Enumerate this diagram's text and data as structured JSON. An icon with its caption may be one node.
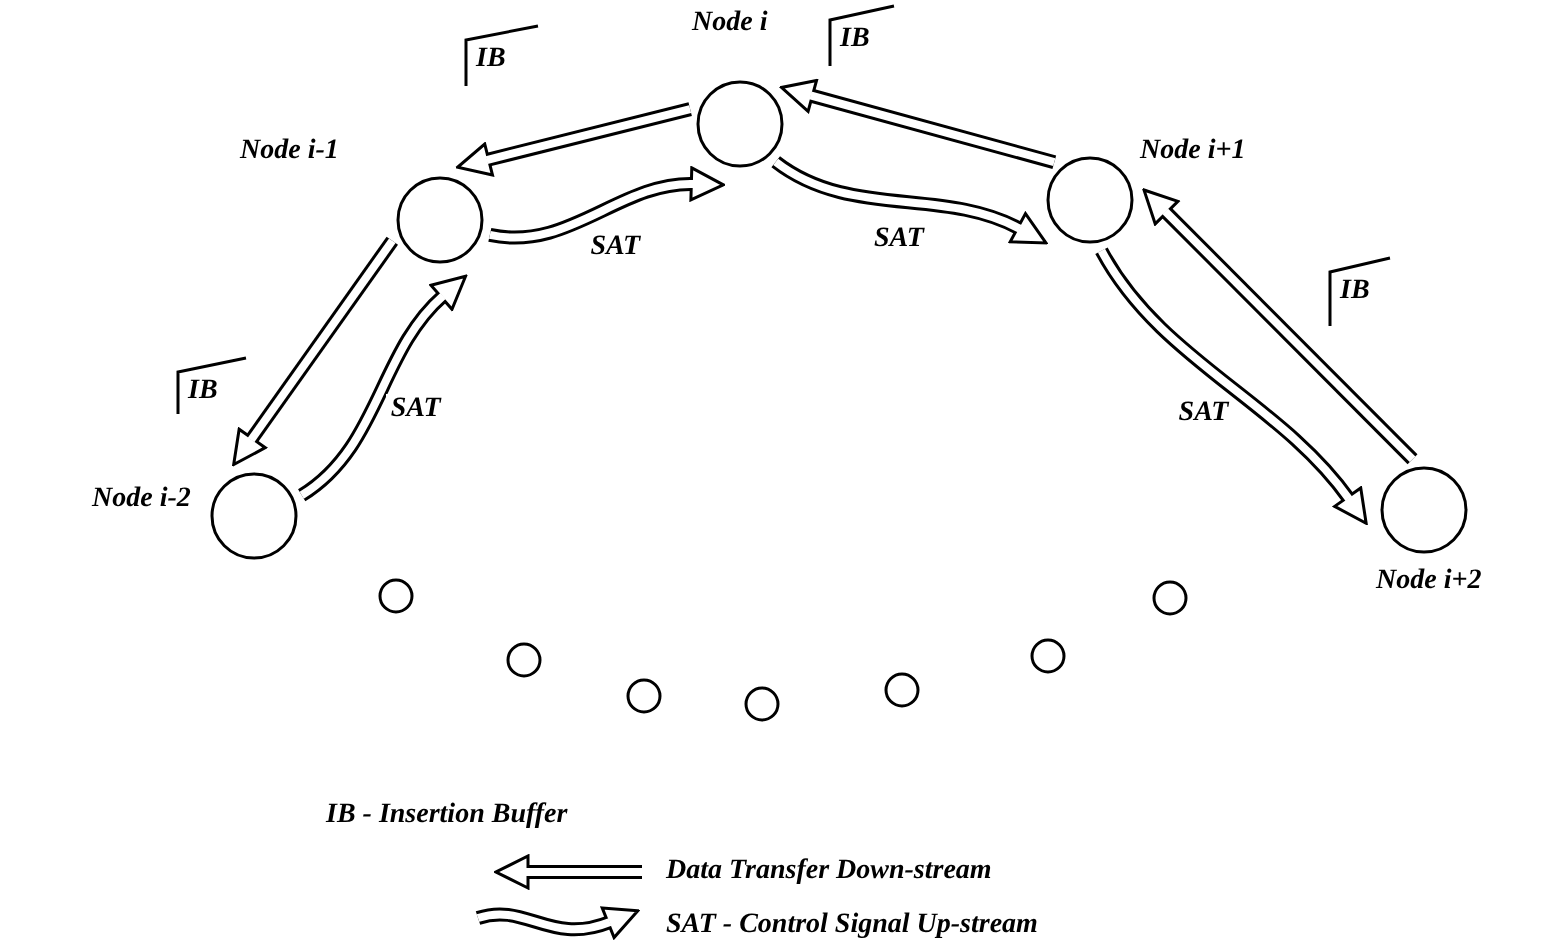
{
  "diagram": {
    "nodes": [
      {
        "text": [
          "Node i-2"
        ]
      },
      {
        "text": [
          "Node i-1"
        ]
      },
      {
        "text": [
          "Node i"
        ]
      },
      {
        "text": [
          "Node i+1"
        ]
      },
      {
        "text": [
          "Node i+2"
        ]
      },
      {
        "text": [
          "IB"
        ]
      },
      {
        "text": [
          "IB"
        ]
      },
      {
        "text": [
          "IB"
        ]
      },
      {
        "text": [
          "IB"
        ]
      },
      {
        "text": [],
        "shape": "circle"
      },
      {
        "text": [],
        "shape": "circle"
      },
      {
        "text": [],
        "shape": "circle"
      },
      {
        "text": [],
        "shape": "circle"
      },
      {
        "text": [],
        "shape": "circle"
      },
      {
        "text": [],
        "shape": "circle"
      },
      {
        "text": [],
        "shape": "circle"
      }
    ],
    "edges": [
      {
        "from": 1,
        "to": 0,
        "arrow": "to"
      },
      {
        "from": 2,
        "to": 1,
        "arrow": "to"
      },
      {
        "from": 3,
        "to": 2,
        "arrow": "to"
      },
      {
        "from": 4,
        "to": 3,
        "arrow": "to"
      },
      {
        "from": 0,
        "to": 1,
        "arrow": "to",
        "label": "SAT"
      },
      {
        "from": 1,
        "to": 2,
        "arrow": "to",
        "label": "SAT"
      },
      {
        "from": 2,
        "to": 3,
        "arrow": "to",
        "label": "SAT"
      },
      {
        "from": 3,
        "to": 4,
        "arrow": "to",
        "label": "SAT"
      }
    ],
    "labels": [
      "IB - Insertion Buffer"
    ],
    "legend": [
      {
        "text": "Data Transfer Down-stream"
      },
      {
        "text": "SAT - Control Signal Up-stream"
      }
    ]
  }
}
